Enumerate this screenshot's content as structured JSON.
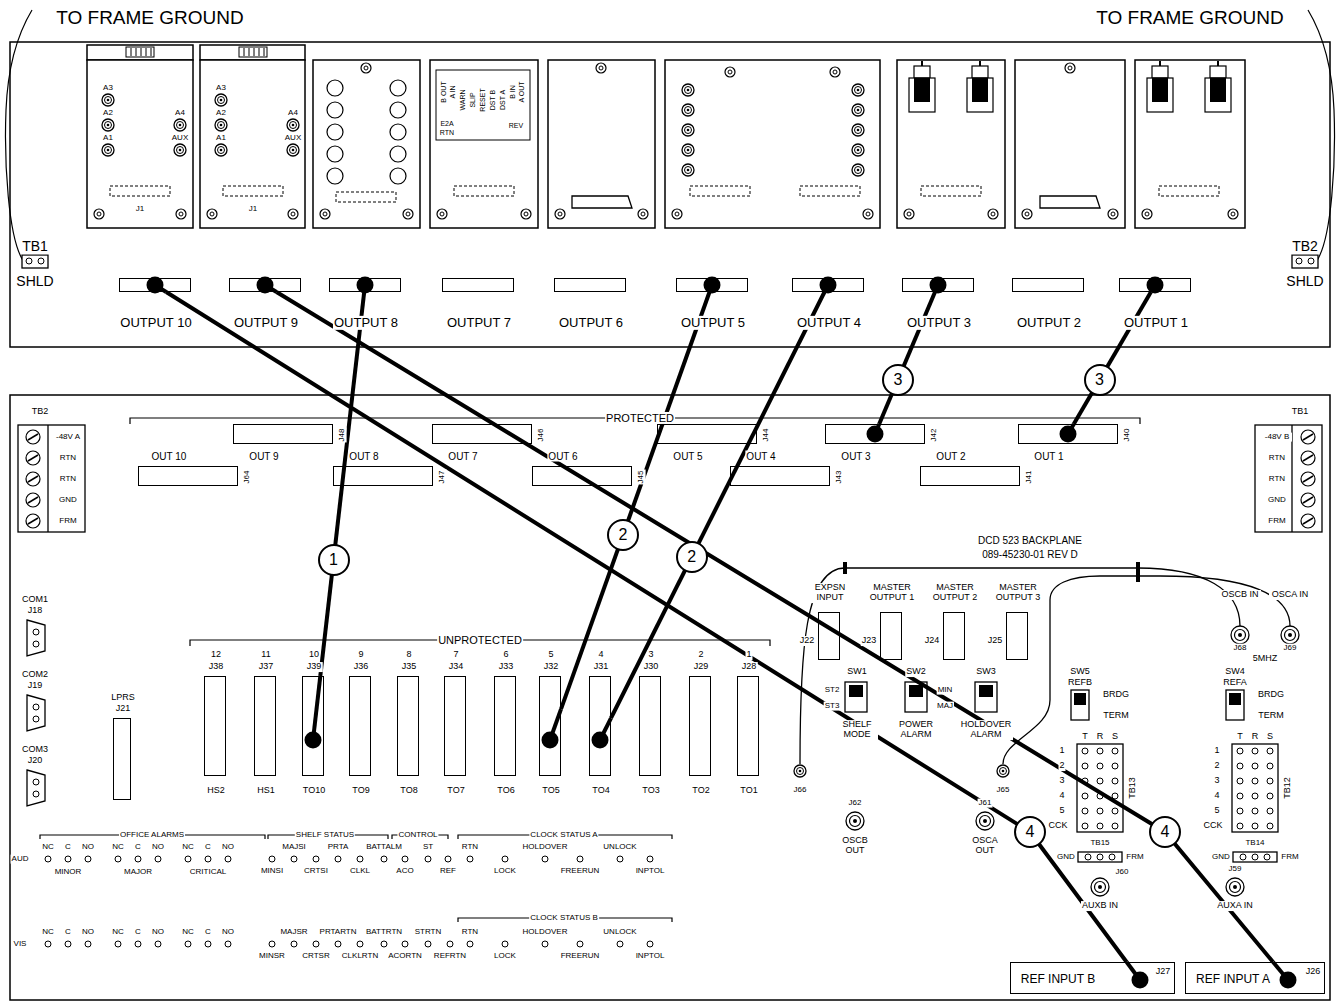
{
  "diagram": {
    "nodes": [
      {
        "text": [
          "OUTPUT 10"
        ]
      },
      {
        "text": [
          "OUTPUT 9"
        ]
      },
      {
        "text": [
          "OUTPUT 8"
        ]
      },
      {
        "text": [
          "OUTPUT 7"
        ]
      },
      {
        "text": [
          "OUTPUT 6"
        ]
      },
      {
        "text": [
          "OUTPUT 5"
        ]
      },
      {
        "text": [
          "OUTPUT 4"
        ]
      },
      {
        "text": [
          "OUTPUT 3"
        ]
      },
      {
        "text": [
          "OUTPUT 2"
        ]
      },
      {
        "text": [
          "OUTPUT 1"
        ]
      },
      {
        "text": [
          "OUT 10",
          "J64"
        ]
      },
      {
        "text": [
          "OUT 9",
          "J48"
        ]
      },
      {
        "text": [
          "OUT 8",
          "J47"
        ]
      },
      {
        "text": [
          "OUT 7",
          "J46"
        ]
      },
      {
        "text": [
          "OUT 6",
          "J45"
        ]
      },
      {
        "text": [
          "OUT 5",
          "J44"
        ]
      },
      {
        "text": [
          "OUT 4",
          "J43"
        ]
      },
      {
        "text": [
          "OUT 3",
          "J42"
        ]
      },
      {
        "text": [
          "OUT 2",
          "J41"
        ]
      },
      {
        "text": [
          "OUT 1",
          "J40"
        ]
      },
      {
        "text": [
          "12",
          "J38",
          "HS2"
        ]
      },
      {
        "text": [
          "11",
          "J37",
          "HS1"
        ]
      },
      {
        "text": [
          "10",
          "J39",
          "TO10"
        ]
      },
      {
        "text": [
          "9",
          "J36",
          "TO9"
        ]
      },
      {
        "text": [
          "8",
          "J35",
          "TO8"
        ]
      },
      {
        "text": [
          "7",
          "J34",
          "TO7"
        ]
      },
      {
        "text": [
          "6",
          "J33",
          "TO6"
        ]
      },
      {
        "text": [
          "5",
          "J32",
          "TO5"
        ]
      },
      {
        "text": [
          "4",
          "J31",
          "TO4"
        ]
      },
      {
        "text": [
          "3",
          "J30",
          "TO3"
        ]
      },
      {
        "text": [
          "2",
          "J29",
          "TO2"
        ]
      },
      {
        "text": [
          "1",
          "J28",
          "TO1"
        ]
      },
      {
        "text": [
          "LPRS",
          "J21"
        ]
      },
      {
        "text": [
          "EXPSN INPUT",
          "J22"
        ]
      },
      {
        "text": [
          "MASTER OUTPUT 1",
          "J23"
        ]
      },
      {
        "text": [
          "MASTER OUTPUT 2",
          "J24"
        ]
      },
      {
        "text": [
          "MASTER OUTPUT 3",
          "J25"
        ]
      },
      {
        "text": [
          "REF INPUT B",
          "J27"
        ]
      },
      {
        "text": [
          "REF INPUT A",
          "J26"
        ]
      }
    ],
    "edges": [
      {
        "from": 2,
        "to": 22,
        "arrow": "none",
        "label": "1"
      },
      {
        "from": 5,
        "to": 27,
        "arrow": "none",
        "label": "2"
      },
      {
        "from": 6,
        "to": 28,
        "arrow": "none",
        "label": "2"
      },
      {
        "from": 7,
        "to": 17,
        "arrow": "none",
        "label": "3"
      },
      {
        "from": 9,
        "to": 19,
        "arrow": "none",
        "label": "3"
      },
      {
        "from": 0,
        "to": 37,
        "arrow": "none",
        "label": "4"
      },
      {
        "from": 1,
        "to": 38,
        "arrow": "none",
        "label": "4"
      }
    ],
    "labels": [
      "TO FRAME GROUND",
      "TO FRAME GROUND",
      "TB1",
      "SHLD",
      "TB2",
      "SHLD",
      "A3",
      "A2",
      "A1",
      "A4",
      "AUX",
      "J1",
      "A3",
      "A2",
      "A1",
      "A4",
      "AUX",
      "J1",
      "B OUT",
      "A IN",
      "WARN",
      "SLIP",
      "RESET",
      "DST B",
      "DST A",
      "B IN",
      "A OUT",
      "E2A",
      "RTN",
      "REV",
      "PROTECTED",
      "UNPROTECTED",
      "TB2",
      "-48V A",
      "RTN",
      "RTN",
      "GND",
      "FRM",
      "TB1",
      "-48V B",
      "RTN",
      "RTN",
      "GND",
      "FRM",
      "COM1",
      "J18",
      "COM2",
      "J19",
      "COM3",
      "J20",
      "DCD 523 BACKPLANE",
      "089-45230-01 REV D",
      "OSCB IN",
      "OSCA IN",
      "J68",
      "J69",
      "5MHZ",
      "SW5",
      "REFB",
      "BRDG",
      "TERM",
      "SW4",
      "REFA",
      "BRDG",
      "TERM",
      "T",
      "R",
      "S",
      "1",
      "2",
      "3",
      "4",
      "5",
      "CCK",
      "TB13",
      "T",
      "R",
      "S",
      "1",
      "2",
      "3",
      "4",
      "5",
      "CCK",
      "TB12",
      "TB15",
      "GND",
      "FRM",
      "TB14",
      "GND",
      "FRM",
      "SW1",
      "ST2",
      "ST3",
      "SHELF MODE",
      "SW2",
      "MIN",
      "MAJ",
      "POWER ALARM",
      "SW3",
      "HOLDOVER ALARM",
      "J66",
      "J65",
      "J62",
      "OSCB OUT",
      "J61",
      "OSCA OUT",
      "J60",
      "AUXB IN",
      "J59",
      "AUXA IN",
      "OFFICE ALARMS",
      "NC",
      "C",
      "NO",
      "NC",
      "C",
      "NO",
      "NC",
      "C",
      "NO",
      "AUD",
      "MINOR",
      "MAJOR",
      "CRITICAL",
      "SHELF STATUS",
      "MAJSI",
      "PRTA",
      "BATTALM",
      "MINSI",
      "CRTSI",
      "CLKL",
      "CONTROL",
      "ST",
      "ACO",
      "REF",
      "CLOCK STATUS A",
      "RTN",
      "HOLDOVER",
      "UNLOCK",
      "LOCK",
      "FREERUN",
      "INPTOL",
      "NC",
      "C",
      "NO",
      "NC",
      "C",
      "NO",
      "NC",
      "C",
      "NO",
      "VIS",
      "MAJSR",
      "PRTARTN",
      "BATTRTN",
      "MINSR",
      "CRTSR",
      "CLKLRTN",
      "STRTN",
      "ACORTN",
      "REFRTN",
      "CLOCK STATUS B",
      "RTN",
      "HOLDOVER",
      "UNLOCK",
      "LOCK",
      "FREERUN",
      "INPTOL"
    ]
  }
}
